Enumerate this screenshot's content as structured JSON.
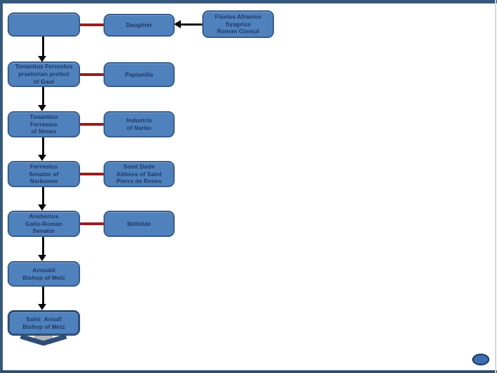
{
  "diagram": {
    "title_semantic": "Genealogy descent chart",
    "ancestor_box": "Flavius Afranius\nSyagrius\nRoman Consul",
    "rows": [
      {
        "person": "",
        "spouse": "Daughter"
      },
      {
        "person": "Tonantius Ferreolus\npraetorian prefect\nof Gaul",
        "spouse": "Papianilla"
      },
      {
        "person": "Tonantius\nFerreolus\nof Nimes",
        "spouse": "Industria\nof Narbo"
      },
      {
        "person": "Ferreolus\nSenator of\nNarbonne",
        "spouse": "Saint Dode\nAbbess of Saint\nPierre de Reims"
      },
      {
        "person": "Ansbertus\nGallo-Roman\nSenator",
        "spouse": "Blithilde"
      },
      {
        "person": "Arnoald\nBishop of Metz",
        "spouse": ""
      },
      {
        "person": "Saint  Arnulf\nBishop of Metz",
        "spouse": ""
      }
    ]
  },
  "colors": {
    "node_fill": "#4F81BD",
    "node_border": "#385D8A",
    "node_text": "#1F3864",
    "marriage_line": "#9A1B1E",
    "descent_line": "#0A0A0A",
    "frame": "#35587C",
    "corner_ellipse_fill": "#3E6DB0",
    "down_arrow_shape": "#2E4E77"
  }
}
